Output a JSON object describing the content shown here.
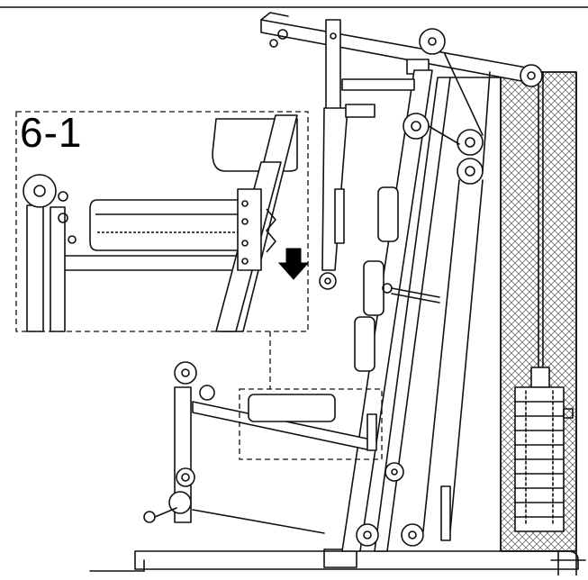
{
  "diagram": {
    "step_label": "6-1",
    "colors": {
      "line": "#111111",
      "weight_stack_mesh": "#555555",
      "plates": "#dddddd",
      "arrow": "#000000"
    },
    "callout": {
      "style": "dashed",
      "arrow_direction": "down"
    }
  }
}
